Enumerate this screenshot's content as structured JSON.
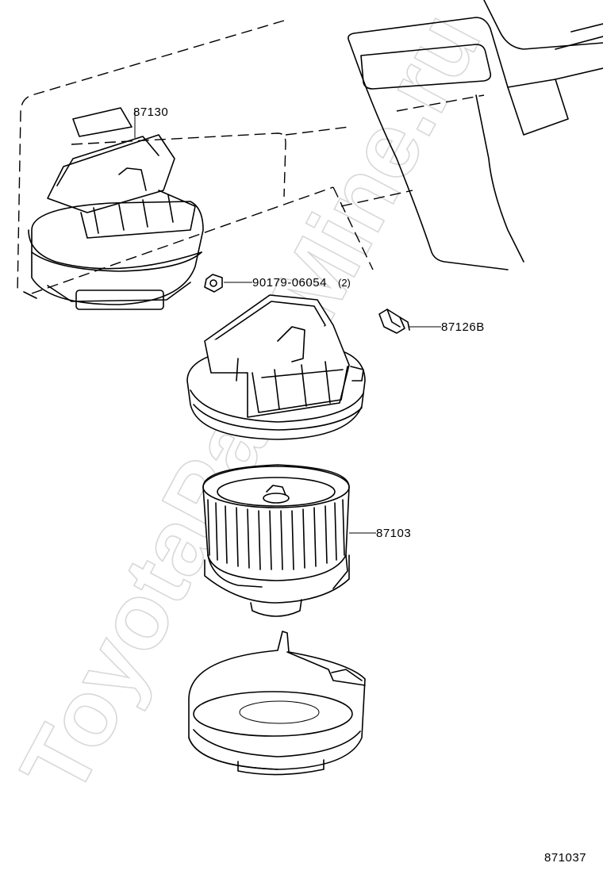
{
  "watermark": "ToyotaPartsMine.ru",
  "callouts": {
    "upper_case": "87130",
    "clip_part": "90179-06054",
    "clip_qty": "(2)",
    "duct_clip": "87126B",
    "blower_motor": "87103"
  },
  "figure_id": "871037"
}
